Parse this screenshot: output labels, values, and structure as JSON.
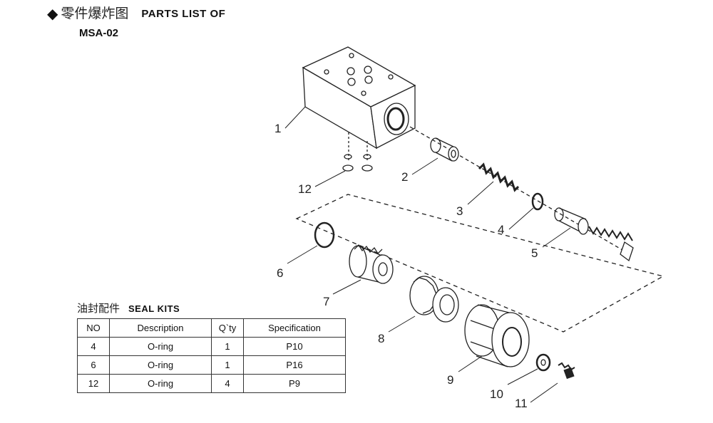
{
  "header": {
    "marker": "◆",
    "title_cn": "零件爆炸图",
    "title_en": "PARTS LIST OF",
    "model": "MSA-02"
  },
  "callouts": [
    "1",
    "2",
    "3",
    "4",
    "5",
    "6",
    "7",
    "8",
    "9",
    "10",
    "11",
    "12"
  ],
  "seal_kits": {
    "title_cn": "油封配件",
    "title_en": "SEAL KITS",
    "columns": [
      "NO",
      "Description",
      "Q`ty",
      "Specification"
    ],
    "rows": [
      [
        "4",
        "O-ring",
        "1",
        "P10"
      ],
      [
        "6",
        "O-ring",
        "1",
        "P16"
      ],
      [
        "12",
        "O-ring",
        "4",
        "P9"
      ]
    ]
  }
}
